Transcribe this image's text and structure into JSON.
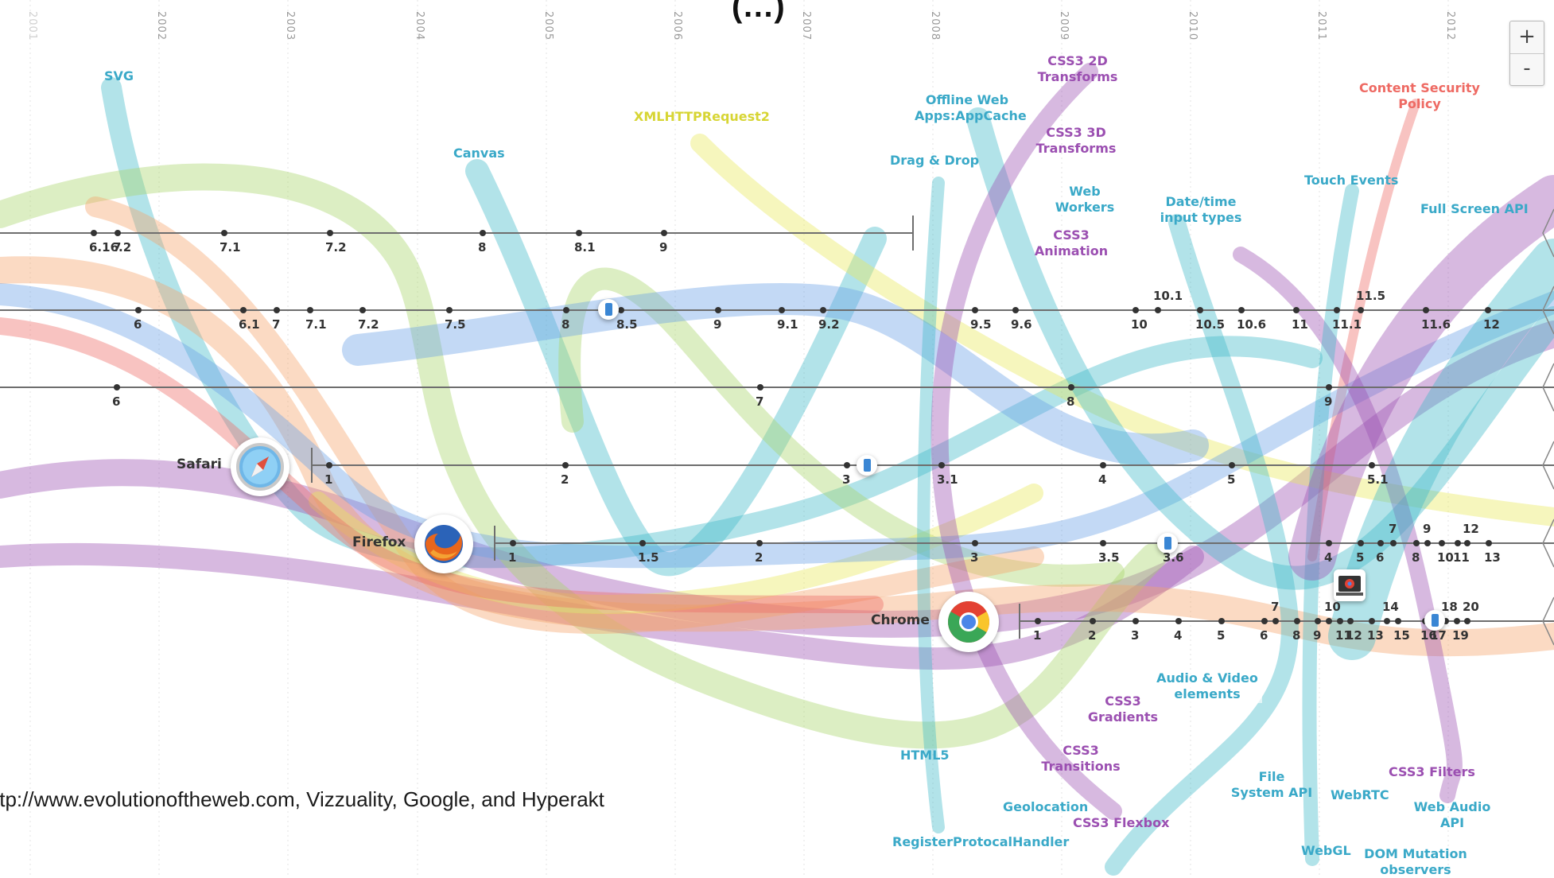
{
  "title_fragment": "(…)",
  "years": [
    "2001",
    "2002",
    "2003",
    "2004",
    "2005",
    "2006",
    "2007",
    "2008",
    "2009",
    "2010",
    "2011",
    "2012"
  ],
  "zoom": {
    "in_label": "+",
    "out_label": "-"
  },
  "browsers": {
    "safari": {
      "name": "Safari"
    },
    "firefox": {
      "name": "Firefox"
    },
    "chrome": {
      "name": "Chrome"
    }
  },
  "timelines": {
    "ie": [
      "6.16.2",
      "7",
      "7.1",
      "7.2",
      "8",
      "8.1",
      "9"
    ],
    "opera": [
      "6",
      "6.1",
      "7",
      "7.1",
      "7.2",
      "7.5",
      "8",
      "8.5",
      "9",
      "9.1",
      "9.2",
      "9.5",
      "9.6",
      "10",
      "10.1",
      "10.5",
      "10.6",
      "11",
      "11.1",
      "11.5",
      "11.6",
      "12"
    ],
    "ie_main": [
      "6",
      "7",
      "8",
      "9"
    ],
    "safari": [
      "1",
      "2",
      "3",
      "3.1",
      "4",
      "5",
      "5.1"
    ],
    "firefox": [
      "1",
      "1.5",
      "2",
      "3",
      "3.5",
      "3.6",
      "4",
      "5",
      "6",
      "7",
      "8",
      "9",
      "10",
      "11",
      "12",
      "13"
    ],
    "chrome": [
      "1",
      "2",
      "3",
      "4",
      "5",
      "6",
      "7",
      "8",
      "9",
      "10",
      "11",
      "12",
      "13",
      "14",
      "15",
      "16",
      "17",
      "18",
      "19",
      "20"
    ]
  },
  "technologies": {
    "svg": "SVG",
    "canvas": "Canvas",
    "xhr2": "XMLHTTPRequest2",
    "offline": "Offline Web Apps:AppCache",
    "drag_drop": "Drag & Drop",
    "css3_2d": "CSS3 2D Transforms",
    "css3_3d": "CSS3 3D Transforms",
    "web_workers": "Web Workers",
    "css3_animation": "CSS3 Animation",
    "datetime": "Date/time input types",
    "touch_events": "Touch Events",
    "csp": "Content Security Policy",
    "fullscreen": "Full Screen API",
    "audio_video": "Audio & Video elements",
    "css3_gradients": "CSS3 Gradients",
    "html5": "HTML5",
    "css3_transitions": "CSS3 Transitions",
    "geolocation": "Geolocation",
    "css3_flexbox": "CSS3 Flexbox",
    "register_protocol": "RegisterProtocalHandler",
    "file_system": "File System API",
    "webrtc": "WebRTC",
    "webgl": "WebGL",
    "css3_filters": "CSS3 Filters",
    "web_audio": "Web Audio API",
    "dom_mutation": "DOM Mutation observers"
  },
  "colors": {
    "teal": "#3fb8c8",
    "purple": "#9b4fb1",
    "yellow": "#d8d832",
    "salmon": "#ee6a63",
    "timeline": "#777777"
  },
  "credit": "ttp://www.evolutionoftheweb.com, Vizzuality, Google, and Hyperakt"
}
